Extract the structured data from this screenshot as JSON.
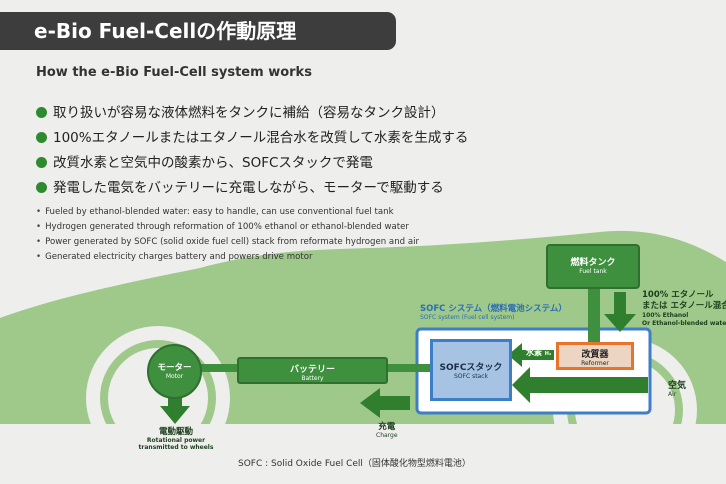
{
  "title": "e-Bio Fuel-Cellの作動原理",
  "subtitle": "How the e-Bio Fuel-Cell system works",
  "jp_points": [
    "取り扱いが容易な液体燃料をタンクに補給（容易なタンク設計）",
    "100%エタノールまたはエタノール混合水を改質して水素を生成する",
    "改質水素と空気中の酸素から、SOFCスタックで発電",
    "発電した電気をバッテリーに充電しながら、モーターで駆動する"
  ],
  "en_points": [
    "Fueled by ethanol-blended water: easy to handle, can use conventional fuel tank",
    "Hydrogen generated through reformation of 100% ethanol or ethanol-blended water",
    "Power generated by SOFC (solid oxide fuel cell) stack from reformate hydrogen and air",
    "Generated electricity charges battery and powers drive motor"
  ],
  "bullet_char": "•",
  "diagram": {
    "fuel_tank": {
      "jp": "燃料タンク",
      "en": "Fuel tank"
    },
    "fuel_input": {
      "jp_line1": "100% エタノール",
      "jp_line2": "または エタノール混合",
      "en_line1": "100% Ethanol",
      "en_line2": "Or Ethanol-blended water"
    },
    "sofc_system": {
      "jp": "SOFC システム（燃料電池システム）",
      "en": "SOFC system (Fuel cell system)"
    },
    "reformer": {
      "jp": "改質器",
      "en": "Reformer"
    },
    "hydrogen": {
      "jp": "水素",
      "en": "H₂"
    },
    "sofc_stack": {
      "jp": "SOFCスタック",
      "en": "SOFC stack"
    },
    "air": {
      "jp": "空気",
      "en": "Air"
    },
    "battery": {
      "jp": "バッテリー",
      "en": "Battery"
    },
    "charge": {
      "jp": "充電",
      "en": "Charge"
    },
    "motor": {
      "jp": "モーター",
      "en": "Motor"
    },
    "drive": {
      "jp": "電動駆動",
      "en_line1": "Rotational power",
      "en_line2": "transmitted to wheels"
    }
  },
  "footnote": "SOFC : Solid Oxide Fuel Cell（固体酸化物型燃料電池）",
  "colors": {
    "title_bar": "#3e3d3d",
    "car_silhouette": "#9fc98a",
    "component_green": "#3e8f3e",
    "arrow_green": "#2f7f2f",
    "sofc_blue": "#3d7fc7",
    "stack_fill": "#a7c3e3",
    "reformer_orange": "#e8732c",
    "reformer_fill": "#ecd6c3"
  }
}
